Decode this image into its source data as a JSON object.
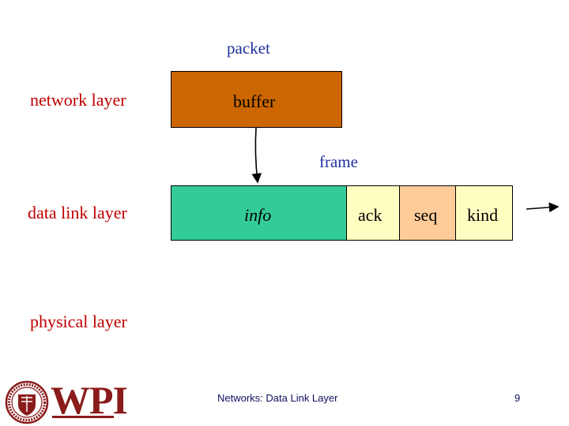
{
  "colors": {
    "buffer_fill": "#cc6600",
    "info_fill": "#33cc99",
    "ack_fill": "#fefec0",
    "seq_fill": "#ffcc99",
    "kind_fill": "#fefec0",
    "layer_label": "#c00000",
    "title_label": "#1f2f9f",
    "logo": "#8a1b1b"
  },
  "labels": {
    "packet": "packet",
    "frame": "frame",
    "network_layer": "network layer",
    "data_link_layer": "data link layer",
    "physical_layer": "physical layer"
  },
  "packet_box": {
    "text": "buffer"
  },
  "frame_fields": {
    "info": "info",
    "ack": "ack",
    "seq": "seq",
    "kind": "kind"
  },
  "footer": {
    "logo_text": "WPI",
    "caption": "Networks: Data Link Layer",
    "page_number": "9"
  },
  "icons": {
    "seal": "wpi-seal-icon",
    "down_arrow": "arrow-down-icon",
    "right_arrow": "arrow-right-icon"
  }
}
